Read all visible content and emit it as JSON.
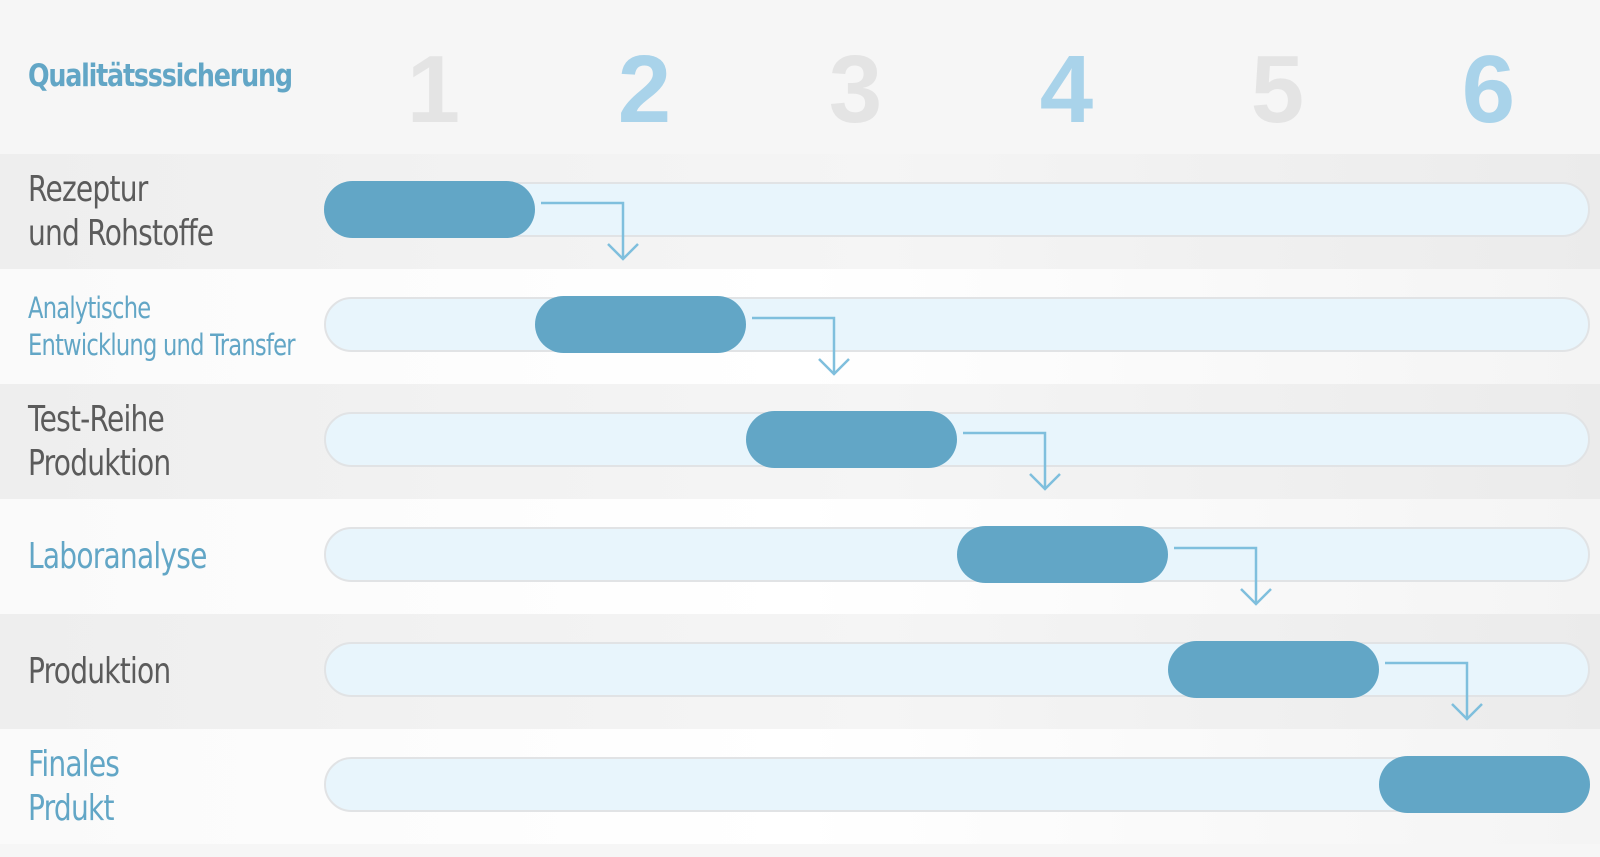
{
  "title": "Qualitätsssicherung",
  "colors": {
    "title": "#62a6c6",
    "label_gray": "#5b5b5b",
    "label_blue": "#62a6c6",
    "bar": "#62a6c6",
    "track": "#e8f5fc",
    "arrow": "#7fbfdd",
    "num_gray": "#e4e4e4",
    "num_blue": "#a9d3ea"
  },
  "columns": [
    {
      "label": "1",
      "tone": "gray"
    },
    {
      "label": "2",
      "tone": "blue"
    },
    {
      "label": "3",
      "tone": "gray"
    },
    {
      "label": "4",
      "tone": "blue"
    },
    {
      "label": "5",
      "tone": "gray"
    },
    {
      "label": "6",
      "tone": "blue"
    }
  ],
  "rows": [
    {
      "lines": [
        "Rezeptur",
        "und Rohstoffe"
      ],
      "tone": "gray",
      "step": 1
    },
    {
      "lines": [
        "Analytische",
        "Entwicklung und Transfer"
      ],
      "tone": "blue",
      "step": 2
    },
    {
      "lines": [
        "Test-Reihe",
        "Produktion"
      ],
      "tone": "gray",
      "step": 3
    },
    {
      "lines": [
        "Laboranalyse"
      ],
      "tone": "blue",
      "step": 4
    },
    {
      "lines": [
        "Produktion"
      ],
      "tone": "gray",
      "step": 5
    },
    {
      "lines": [
        "Finales",
        "Prdukt"
      ],
      "tone": "blue",
      "step": 6
    }
  ]
}
